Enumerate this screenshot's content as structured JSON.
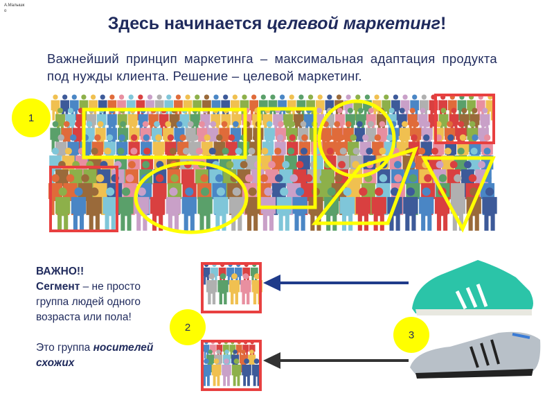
{
  "author": "А.Малышк о",
  "title": {
    "part1": "Здесь начинается ",
    "emph": "целевой маркетинг",
    "part2": "!"
  },
  "subtitle": "Важнейший принцип маркетинга – максимальная адаптация продукта под нужды клиента. Решение – целевой маркетинг.",
  "markers": [
    "1",
    "2",
    "3"
  ],
  "note": {
    "important": "ВАЖНО!!",
    "segment": "Сегмент",
    "rest1": " – не просто группа людей одного возраста или пола!",
    "rest2": "Это группа ",
    "emph": "носителей схожих"
  },
  "colors": {
    "text": "#1f2a5c",
    "highlight": "#ffff00",
    "box": "#e84040",
    "arrow1": "#1f3b8a",
    "arrow2": "#333333"
  }
}
